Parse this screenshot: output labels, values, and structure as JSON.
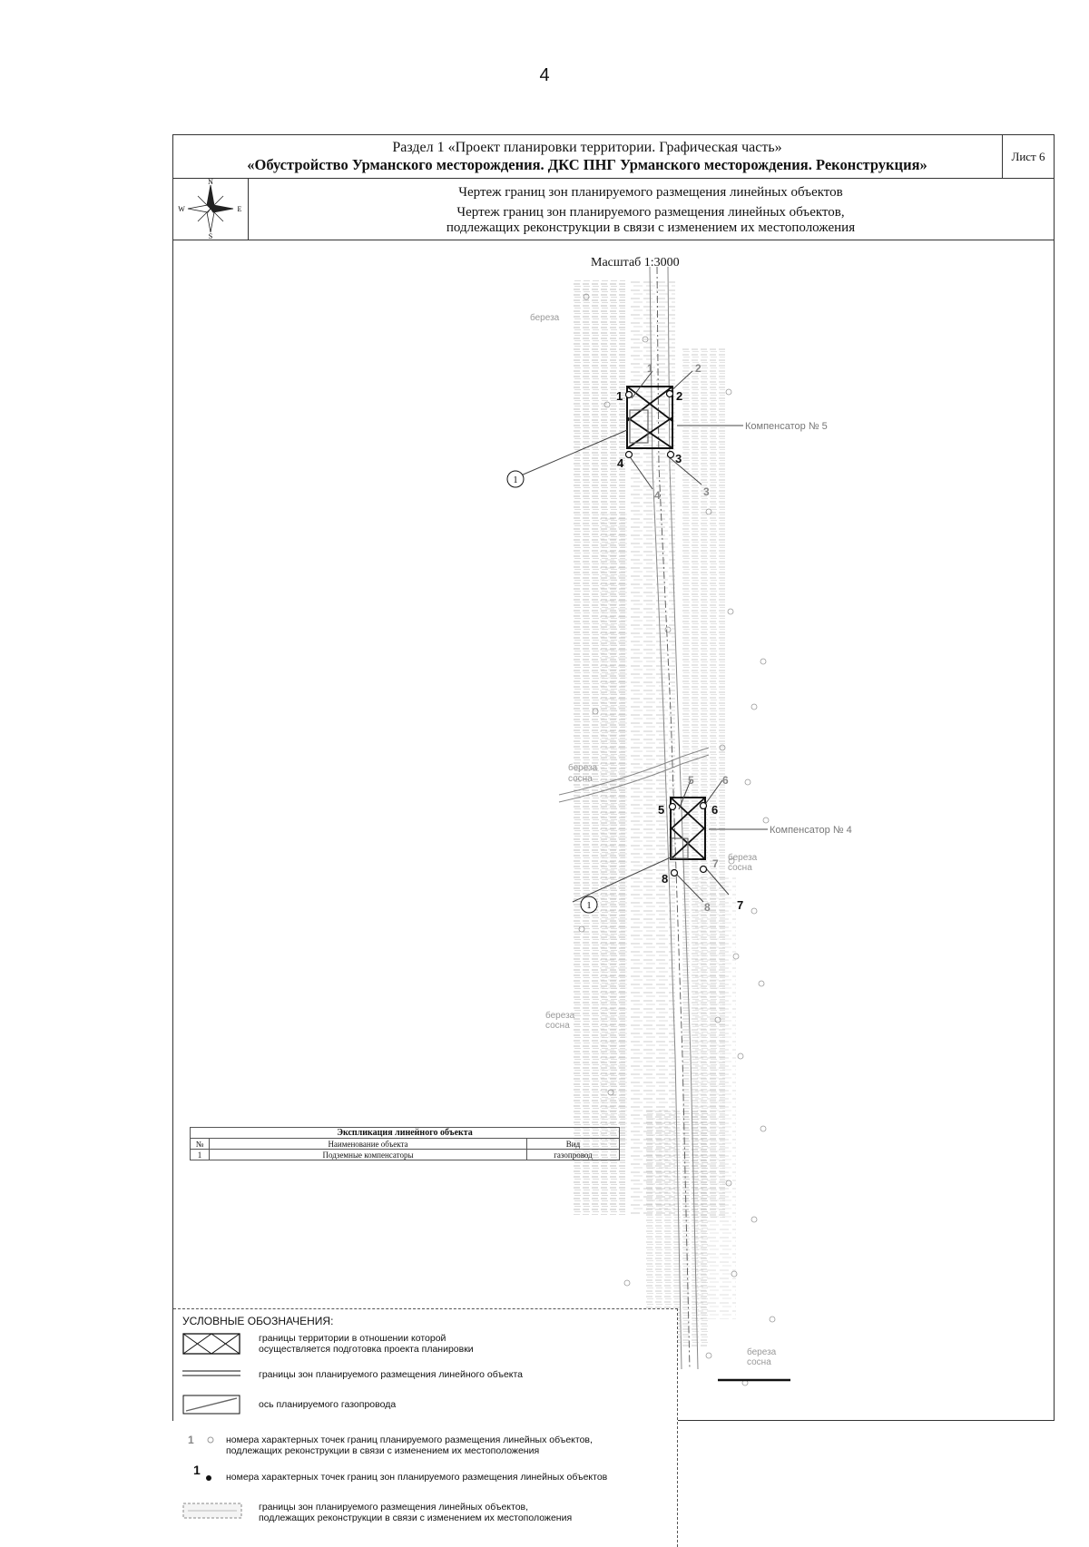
{
  "page_number": "4",
  "header": {
    "line1": "Раздел 1 «Проект планировки территории. Графическая часть»",
    "line2": "«Обустройство Урманского месторождения. ДКС ПНГ Урманского месторождения. Реконструкция»",
    "sheet": "Лист 6"
  },
  "compass": {
    "n": "N",
    "s": "S",
    "w": "W",
    "e": "E"
  },
  "subheader": {
    "line1": "Чертеж границ зон планируемого размещения линейных объектов",
    "line2": "Чертеж границ зон планируемого размещения линейных объектов,",
    "line3": "подлежащих реконструкции в связи с изменением их местоположения"
  },
  "scale": "Масштаб 1:3000",
  "map_labels": {
    "compensator_5": "Компенсатор № 5",
    "compensator_4": "Компенсатор № 4",
    "object_ref": "1",
    "tree_1": "береза",
    "tree_2a": "береза",
    "tree_2b": "сосна",
    "tree_3a": "береза",
    "tree_3b": "сосна",
    "tree_4a": "береза",
    "tree_4b": "сосна",
    "tree_5a": "береза",
    "tree_5b": "сосна"
  },
  "points_black": [
    "1",
    "2",
    "3",
    "4",
    "5",
    "6",
    "7",
    "8"
  ],
  "points_grey": [
    "1",
    "2",
    "3",
    "4",
    "5",
    "6",
    "7",
    "8"
  ],
  "explication": {
    "caption": "Экспликация линейного объекта",
    "headers": [
      "№",
      "Наименование объекта",
      "Вид"
    ],
    "rows": [
      [
        "1",
        "Подземные компенсаторы",
        "газопровод"
      ]
    ]
  },
  "legend": {
    "title": "УСЛОВНЫЕ ОБОЗНАЧЕНИЯ:",
    "items": [
      {
        "text1": "границы территории в отношении которой",
        "text2": "осуществляется подготовка проекта планировки"
      },
      {
        "text1": "границы зон планируемого размещения линейного объекта"
      },
      {
        "text1": "ось планируемого газопровода"
      },
      {
        "text1": "номера характерных точек границ планируемого размещения линейных объектов,",
        "text2": "подлежащих реконструкции в связи с изменением их местоположения"
      },
      {
        "text1": "номера характерных точек границ зон планируемого размещения линейных объектов"
      },
      {
        "text1": "границы зон планируемого размещения линейных объектов,",
        "text2": "подлежащих реконструкции в связи с изменением их местоположения"
      }
    ]
  }
}
